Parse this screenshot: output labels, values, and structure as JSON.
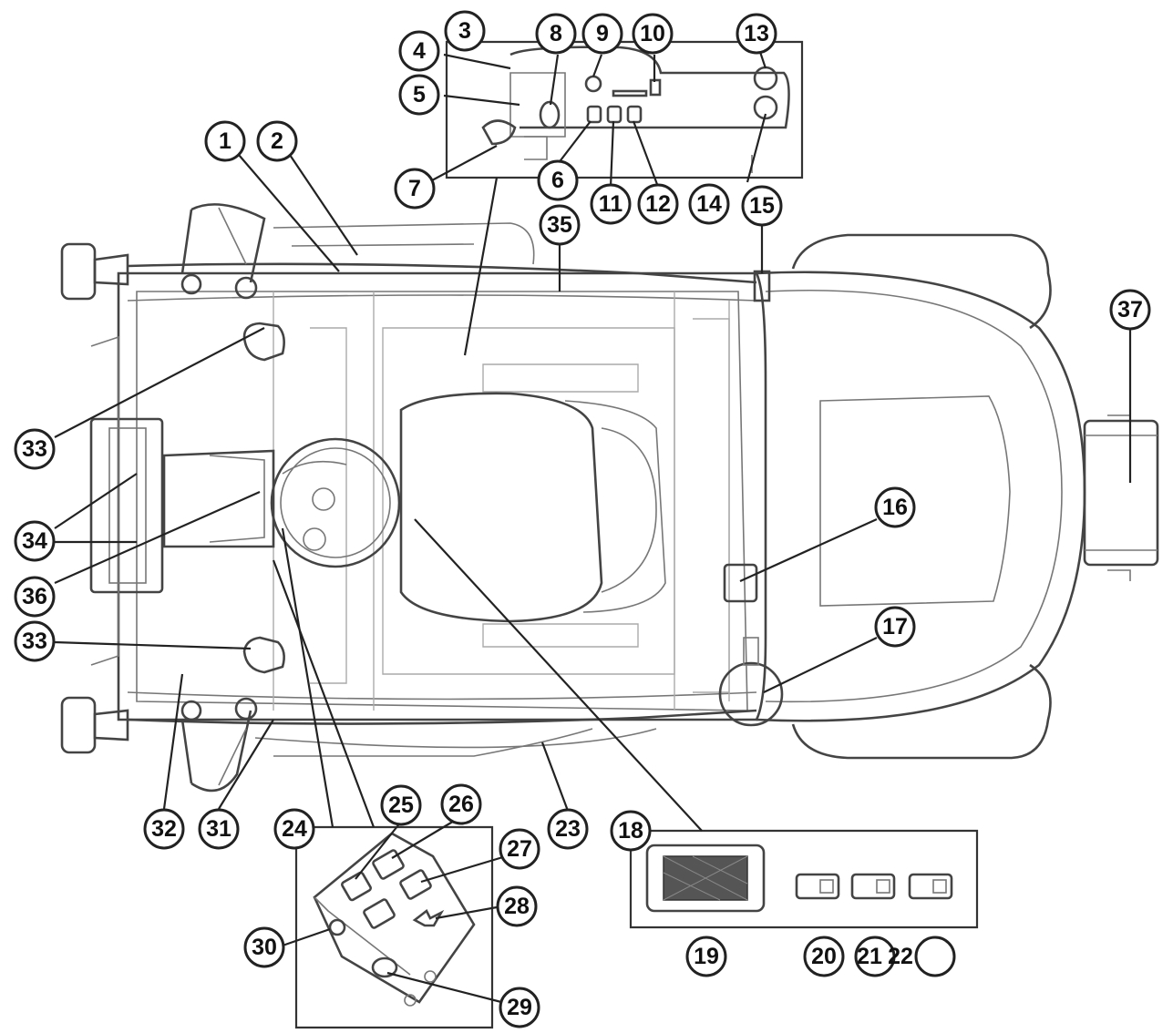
{
  "callouts": [
    {
      "id": "c1",
      "label": "1"
    },
    {
      "id": "c2",
      "label": "2"
    },
    {
      "id": "c3",
      "label": "3"
    },
    {
      "id": "c4",
      "label": "4"
    },
    {
      "id": "c5",
      "label": "5"
    },
    {
      "id": "c6",
      "label": "6"
    },
    {
      "id": "c7",
      "label": "7"
    },
    {
      "id": "c8",
      "label": "8"
    },
    {
      "id": "c9",
      "label": "9"
    },
    {
      "id": "c10",
      "label": "10"
    },
    {
      "id": "c11",
      "label": "11"
    },
    {
      "id": "c12",
      "label": "12"
    },
    {
      "id": "c13",
      "label": "13"
    },
    {
      "id": "c14",
      "label": "14"
    },
    {
      "id": "c15",
      "label": "15"
    },
    {
      "id": "c16",
      "label": "16"
    },
    {
      "id": "c17",
      "label": "17"
    },
    {
      "id": "c18",
      "label": "18"
    },
    {
      "id": "c19",
      "label": "19"
    },
    {
      "id": "c20",
      "label": "20"
    },
    {
      "id": "c21",
      "label": "21"
    },
    {
      "id": "c22",
      "label": "22"
    },
    {
      "id": "c23",
      "label": "23"
    },
    {
      "id": "c24",
      "label": "24"
    },
    {
      "id": "c25",
      "label": "25"
    },
    {
      "id": "c26",
      "label": "26"
    },
    {
      "id": "c27",
      "label": "27"
    },
    {
      "id": "c28",
      "label": "28"
    },
    {
      "id": "c29",
      "label": "29"
    },
    {
      "id": "c30",
      "label": "30"
    },
    {
      "id": "c31",
      "label": "31"
    },
    {
      "id": "c32",
      "label": "32"
    },
    {
      "id": "c33a",
      "label": "33"
    },
    {
      "id": "c33b",
      "label": "33"
    },
    {
      "id": "c34",
      "label": "34"
    },
    {
      "id": "c35",
      "label": "35"
    },
    {
      "id": "c36",
      "label": "36"
    },
    {
      "id": "c37",
      "label": "37"
    }
  ]
}
